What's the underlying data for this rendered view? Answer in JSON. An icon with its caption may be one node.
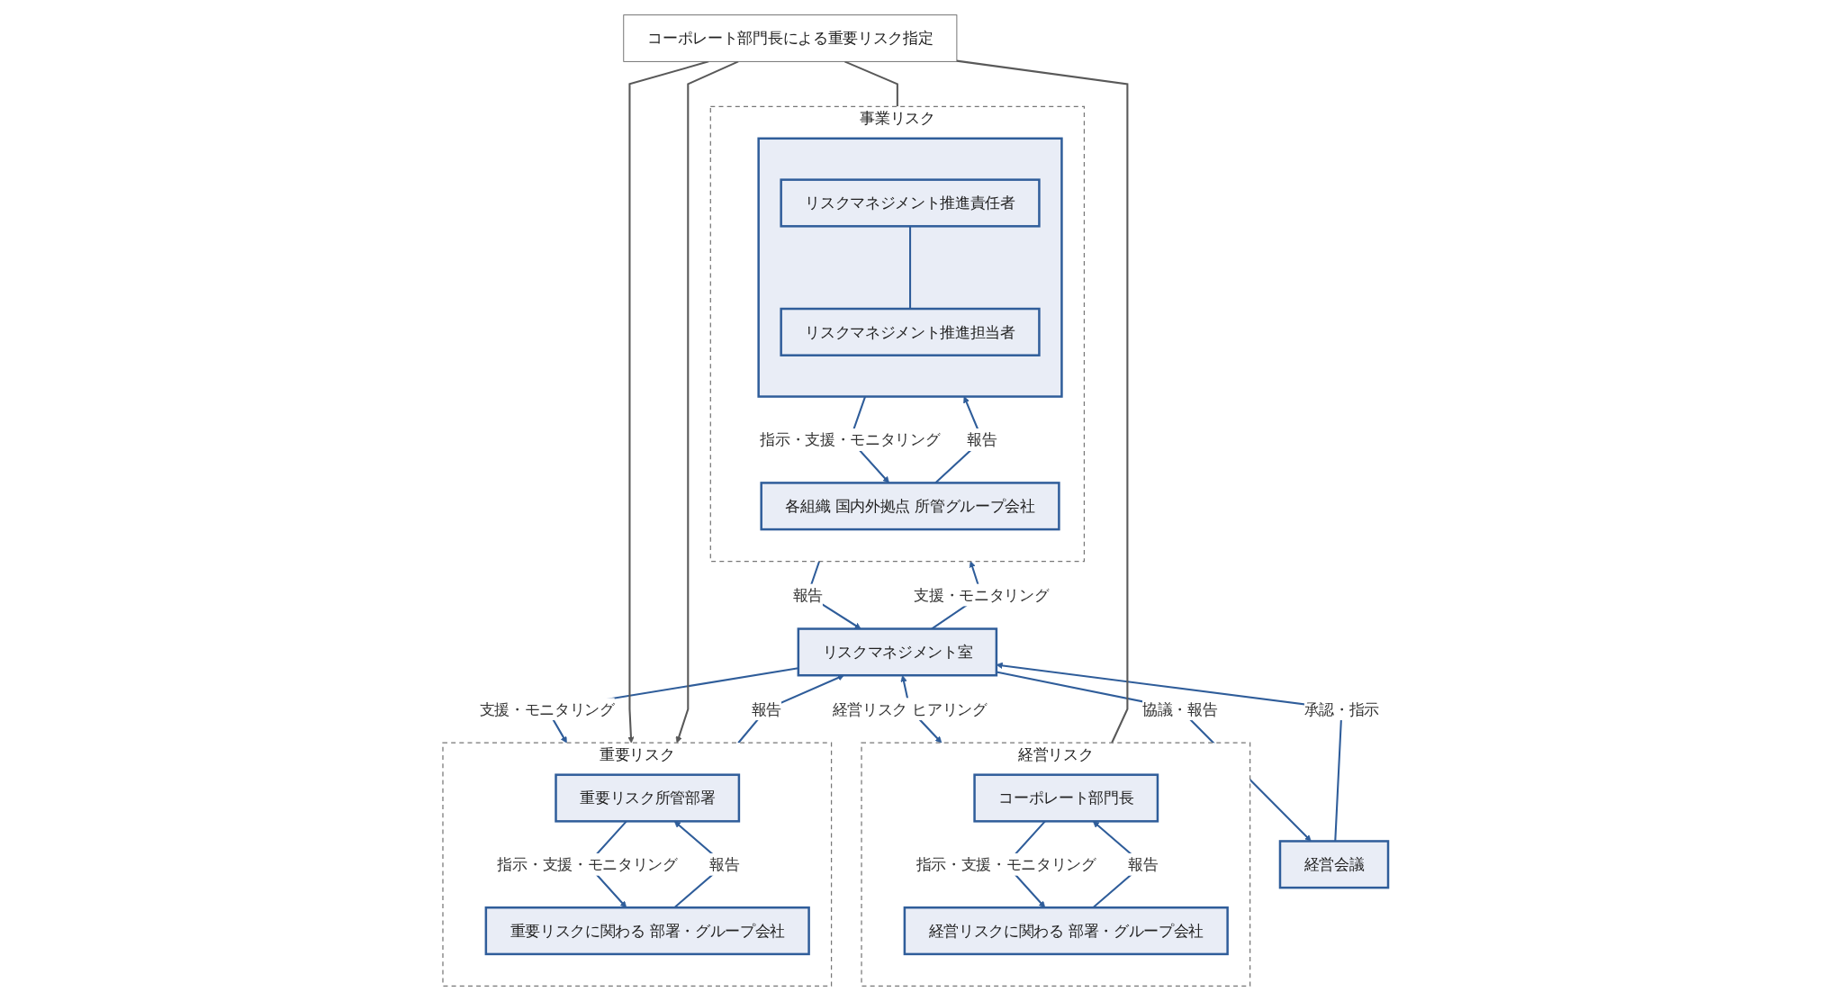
{
  "diagram": {
    "nodes": [
      {
        "text": [
          "経営会議"
        ]
      },
      {
        "text": [
          "リスクマネジメント室"
        ]
      },
      {
        "text": [
          "重要リスク"
        ]
      },
      {
        "text": [
          "重要リスク所管部署"
        ],
        "in": 2
      },
      {
        "text": [
          "重要リスクに関わる 部署・グループ会社"
        ],
        "in": 2
      },
      {
        "text": [
          "コーポレート部門長による重要リスク指定"
        ]
      },
      {
        "text": [
          "経営リスク"
        ]
      },
      {
        "text": [
          "コーポレート部門長"
        ],
        "in": 6
      },
      {
        "text": [
          "経営リスクに関わる 部署・グループ会社"
        ],
        "in": 6
      },
      {
        "text": [
          "事業リスク"
        ]
      },
      {
        "text": [],
        "shape": "box",
        "in": 9
      },
      {
        "text": [
          "リスクマネジメント推進責任者"
        ],
        "in": 10
      },
      {
        "text": [
          "リスクマネジメント推進担当者"
        ],
        "in": 10
      },
      {
        "text": [
          "各組織 国内外拠点 所管グループ会社"
        ],
        "in": 9
      }
    ],
    "edges": [
      {
        "from": 0,
        "to": 1,
        "arrow": "to",
        "label": "承認・指示"
      },
      {
        "from": 1,
        "to": 0,
        "arrow": "to",
        "label": "協議・報告"
      },
      {
        "from": 1,
        "to": 2,
        "arrow": "to",
        "label": "支援・モニタリング"
      },
      {
        "from": 2,
        "to": 1,
        "arrow": "to",
        "label": "報告"
      },
      {
        "from": 1,
        "to": 6,
        "arrow": "both",
        "label": "経営リスク ヒアリング"
      },
      {
        "from": 1,
        "to": 9,
        "arrow": "to",
        "label": "支援・モニタリング"
      },
      {
        "from": 9,
        "to": 1,
        "arrow": "to",
        "label": "報告"
      },
      {
        "from": 3,
        "to": 4,
        "arrow": "to",
        "label": "指示・支援・モニタリング"
      },
      {
        "from": 4,
        "to": 3,
        "arrow": "to",
        "label": "報告"
      },
      {
        "from": 7,
        "to": 8,
        "arrow": "to",
        "label": "指示・支援・モニタリング"
      },
      {
        "from": 8,
        "to": 7,
        "arrow": "to",
        "label": "報告"
      },
      {
        "from": 11,
        "to": 12,
        "arrow": "none"
      },
      {
        "from": 10,
        "to": 13,
        "arrow": "to",
        "label": "指示・支援・モニタリング"
      },
      {
        "from": 13,
        "to": 10,
        "arrow": "to",
        "label": "報告"
      },
      {
        "from": 5,
        "to": 2,
        "arrow": "to",
        "color": "#595959"
      },
      {
        "from": 5,
        "to": 2,
        "arrow": "to",
        "color": "#595959"
      },
      {
        "from": 5,
        "to": 6,
        "arrow": "none",
        "color": "#595959"
      },
      {
        "from": 5,
        "to": 9,
        "arrow": "none",
        "color": "#595959"
      }
    ]
  }
}
